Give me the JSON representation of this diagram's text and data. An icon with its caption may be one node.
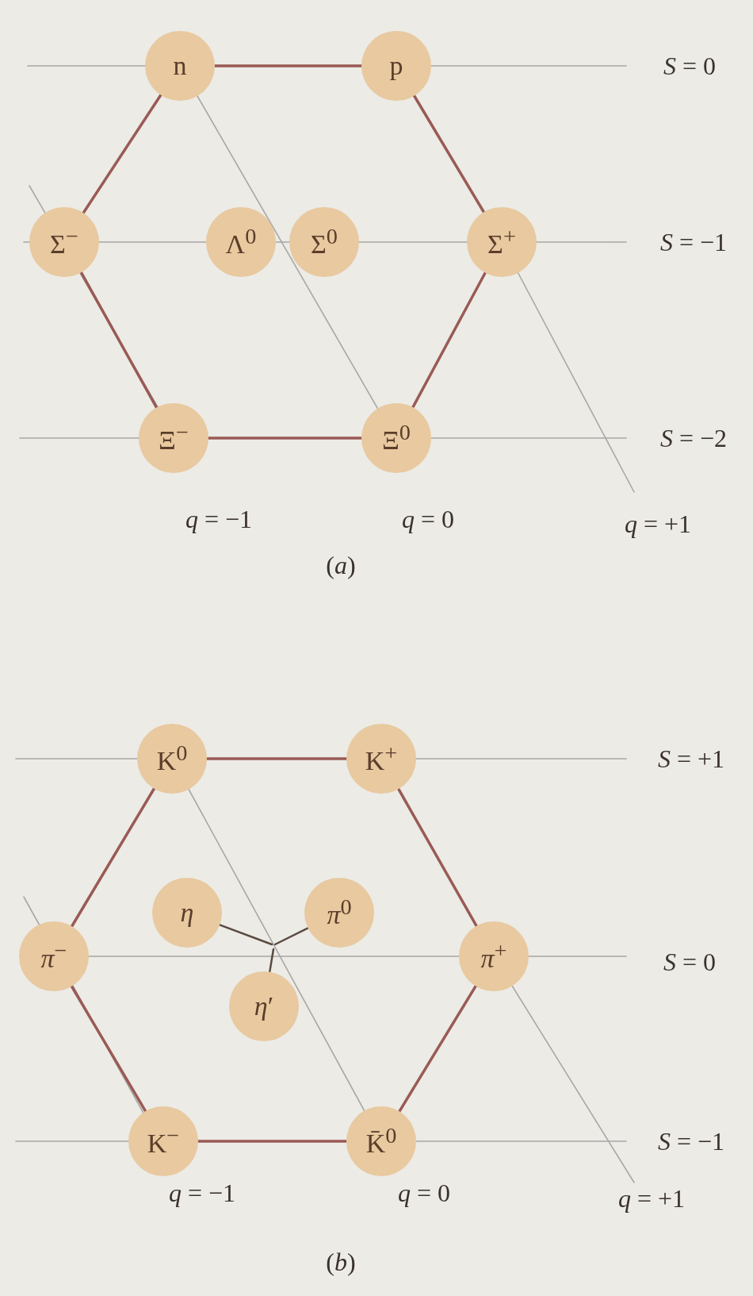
{
  "diagram": {
    "nodes": [
      {
        "text": [
          "n"
        ]
      },
      {
        "text": [
          "p"
        ]
      },
      {
        "text": [
          "Σ$^{−}$"
        ]
      },
      {
        "text": [
          "Λ$^{0}$"
        ]
      },
      {
        "text": [
          "Σ$^{0}$"
        ]
      },
      {
        "text": [
          "Σ$^{+}$"
        ]
      },
      {
        "text": [
          "Ξ$^{−}$"
        ]
      },
      {
        "text": [
          "Ξ$^{0}$"
        ]
      },
      {
        "text": [
          "K$^{0}$"
        ]
      },
      {
        "text": [
          "K$^{+}$"
        ]
      },
      {
        "text": [
          "*η*"
        ]
      },
      {
        "text": [
          "*π*$^{0}$"
        ]
      },
      {
        "text": [
          "*π*$^{−}$"
        ]
      },
      {
        "text": [
          "*π*$^{+}$"
        ]
      },
      {
        "text": [
          "*η*′"
        ]
      },
      {
        "text": [
          "K$^{−}$"
        ]
      },
      {
        "text": [
          "K̄$^{0}$"
        ]
      }
    ],
    "edges": [
      {
        "from": 0,
        "to": 1,
        "arrow": "none"
      },
      {
        "from": 1,
        "to": 5,
        "arrow": "none"
      },
      {
        "from": 5,
        "to": 7,
        "arrow": "none"
      },
      {
        "from": 7,
        "to": 6,
        "arrow": "none"
      },
      {
        "from": 6,
        "to": 2,
        "arrow": "none"
      },
      {
        "from": 2,
        "to": 0,
        "arrow": "none"
      },
      {
        "from": 8,
        "to": 9,
        "arrow": "none"
      },
      {
        "from": 9,
        "to": 13,
        "arrow": "none"
      },
      {
        "from": 13,
        "to": 16,
        "arrow": "none"
      },
      {
        "from": 16,
        "to": 15,
        "arrow": "none"
      },
      {
        "from": 15,
        "to": 12,
        "arrow": "none"
      },
      {
        "from": 12,
        "to": 8,
        "arrow": "none"
      },
      {
        "from": 10,
        "to": null,
        "arrow": "none"
      },
      {
        "from": 11,
        "to": null,
        "arrow": "none"
      },
      {
        "from": 14,
        "to": null,
        "arrow": "none"
      }
    ],
    "labels": [
      "*S* = 0",
      "*S* = −1",
      "*S* = −2",
      "*q* = −1",
      "*q* = 0",
      "*q* = +1",
      "(*a*)",
      "*S* = +1",
      "*S* = 0",
      "*S* = −1",
      "*q* = −1",
      "*q* = 0",
      "*q* = +1",
      "(*b*)"
    ]
  }
}
